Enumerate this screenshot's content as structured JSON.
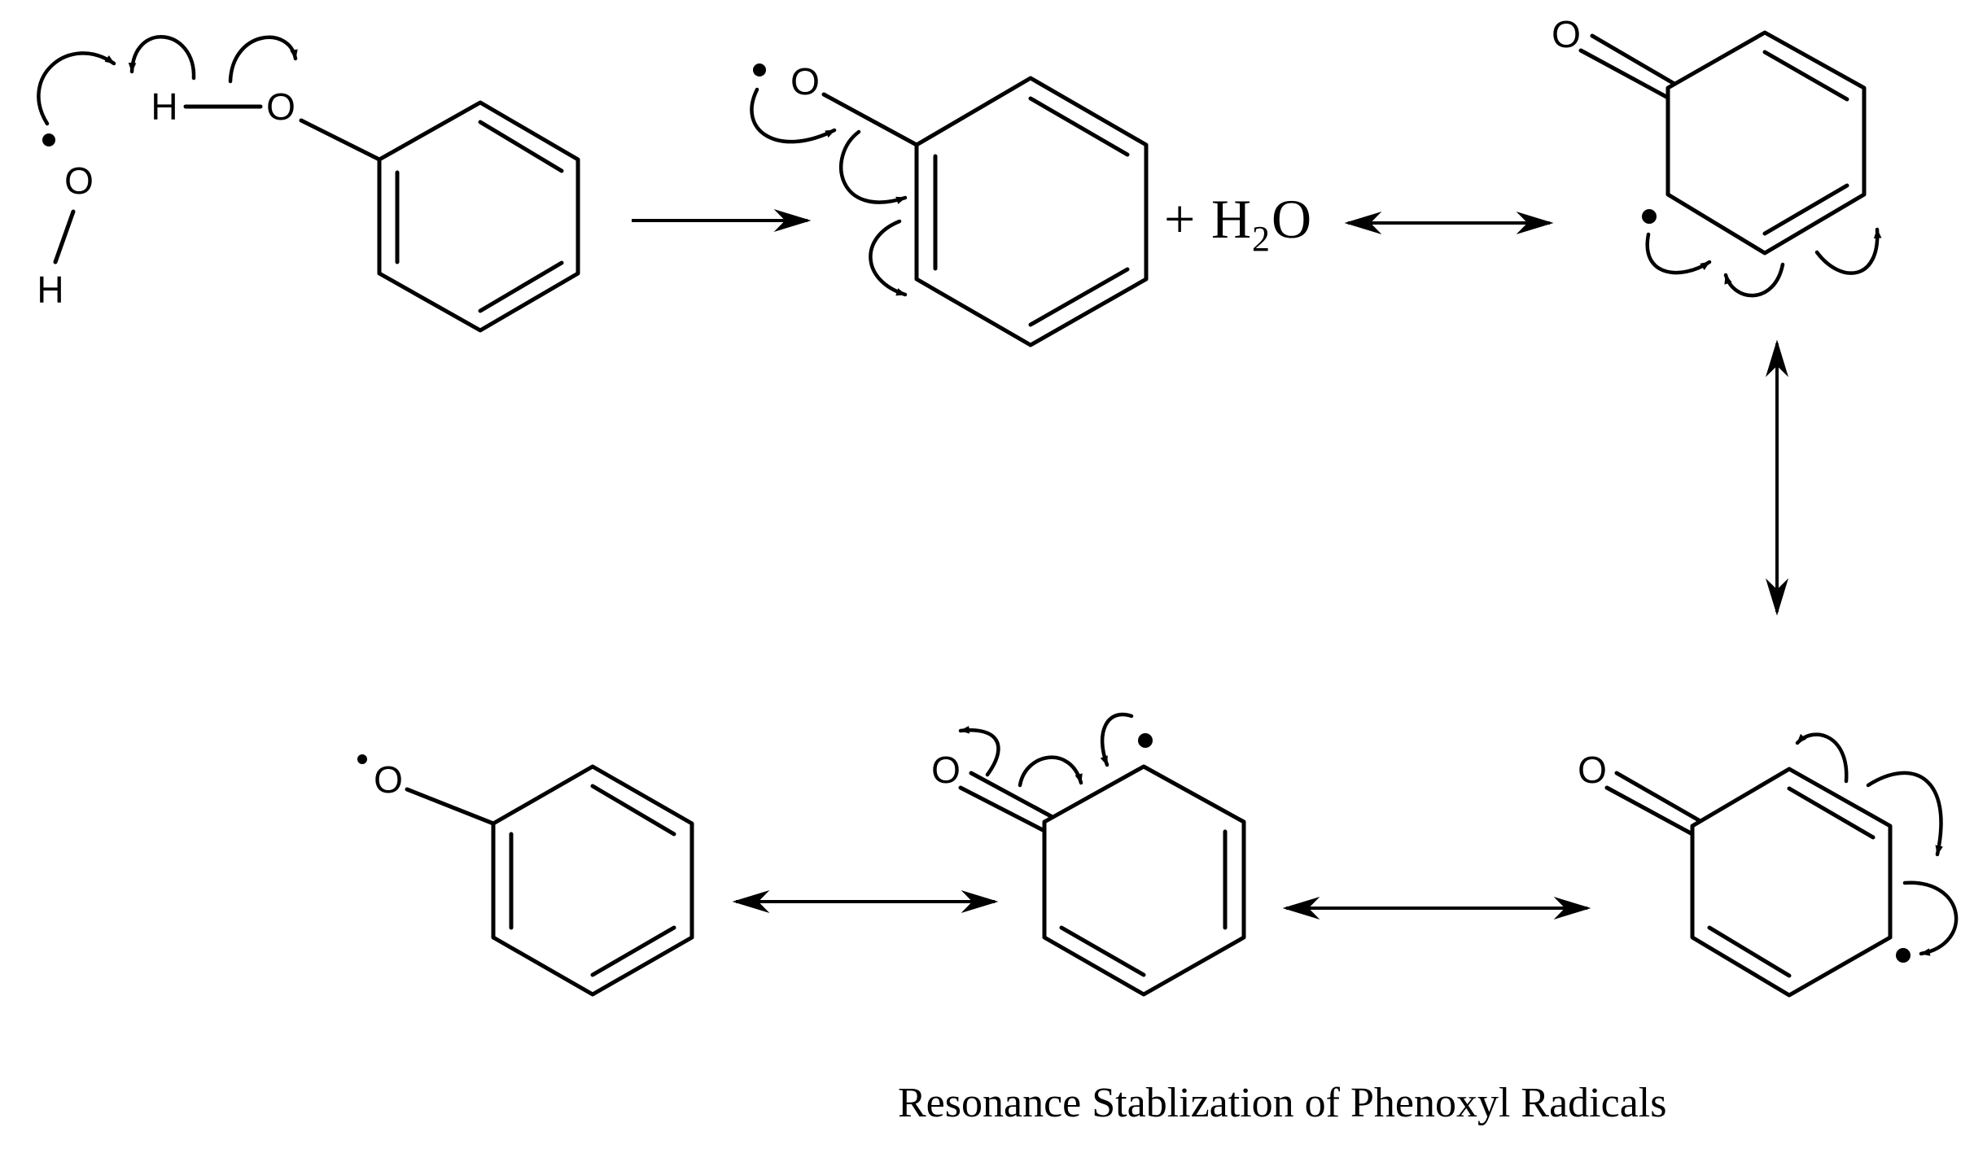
{
  "atoms": {
    "hydroxyl_o": "O",
    "hydroxyl_h": "H",
    "phenol_h": "H",
    "phenol_o": "O",
    "phenoxyl_o": "O",
    "keto_o": "O"
  },
  "byproduct": {
    "plus": "+",
    "h": "H",
    "subscript": "2",
    "o": "O"
  },
  "caption": "Resonance Stablization of Phenoxyl Radicals"
}
